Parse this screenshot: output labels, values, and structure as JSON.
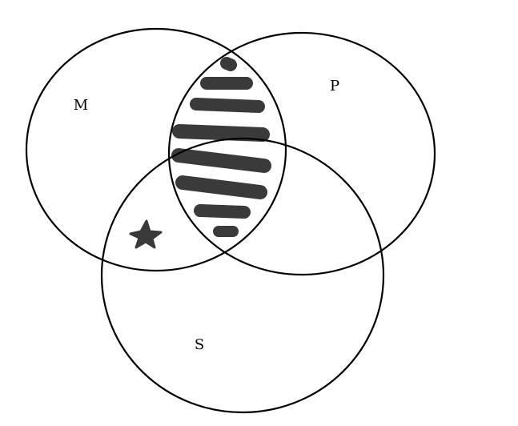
{
  "diagram": {
    "type": "venn-3",
    "sets": [
      {
        "id": "M",
        "label": "M"
      },
      {
        "id": "P",
        "label": "P"
      },
      {
        "id": "S",
        "label": "S"
      }
    ],
    "shaded_region": "M ∩ P",
    "marked_region": "M ∩ S only",
    "marker": "star",
    "colors": {
      "outline": "#000000",
      "shading": "#3a3a3a",
      "background": "#ffffff"
    }
  }
}
